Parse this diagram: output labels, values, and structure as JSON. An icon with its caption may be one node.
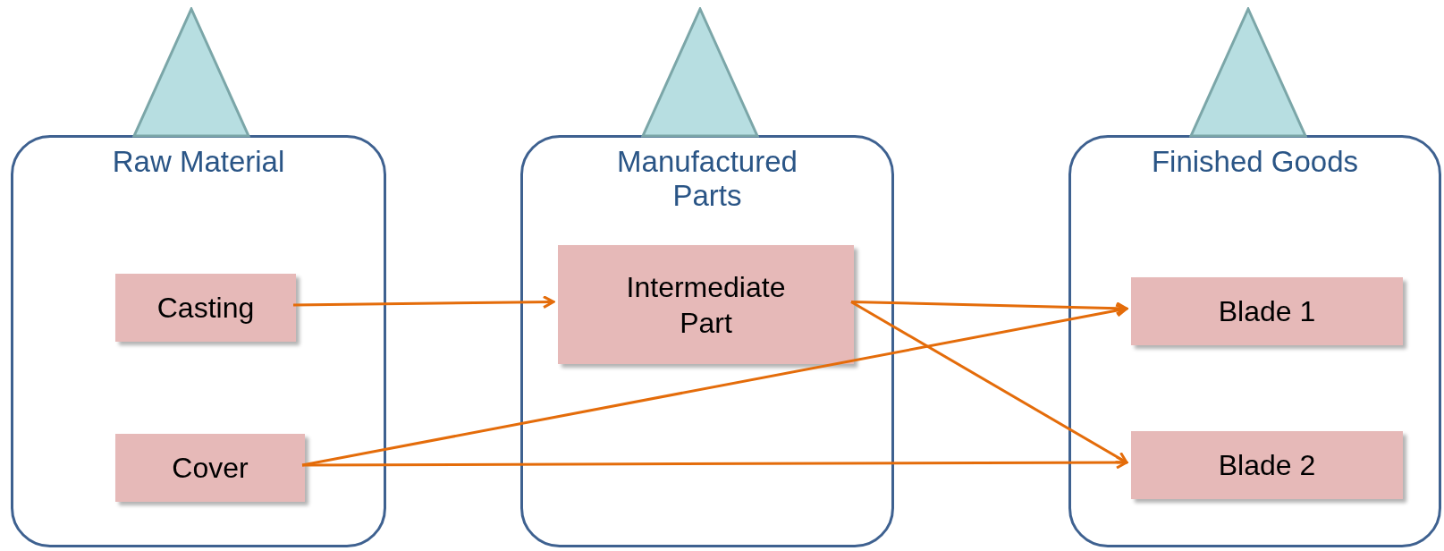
{
  "diagram": {
    "nodes": [
      {
        "text": [
          "Raw Material"
        ]
      },
      {
        "text": [
          "Casting"
        ],
        "in": 0
      },
      {
        "text": [
          "Cover"
        ],
        "in": 0
      },
      {
        "text": [
          "Manufactured Parts"
        ]
      },
      {
        "text": [
          "Intermediate Part"
        ],
        "in": 3
      },
      {
        "text": [
          "Finished Goods"
        ]
      },
      {
        "text": [
          "Blade 1"
        ],
        "in": 5
      },
      {
        "text": [
          "Blade 2"
        ],
        "in": 5
      },
      {
        "text": [],
        "shape": "triangle"
      },
      {
        "text": [],
        "shape": "triangle"
      },
      {
        "text": [],
        "shape": "triangle"
      }
    ],
    "edges": [
      {
        "from": 1,
        "to": 4,
        "arrow": "to"
      },
      {
        "from": 4,
        "to": 6,
        "arrow": "to"
      },
      {
        "from": 4,
        "to": 7,
        "arrow": "to"
      },
      {
        "from": 2,
        "to": 6,
        "arrow": "to"
      },
      {
        "from": 2,
        "to": 7,
        "arrow": "to"
      }
    ]
  }
}
